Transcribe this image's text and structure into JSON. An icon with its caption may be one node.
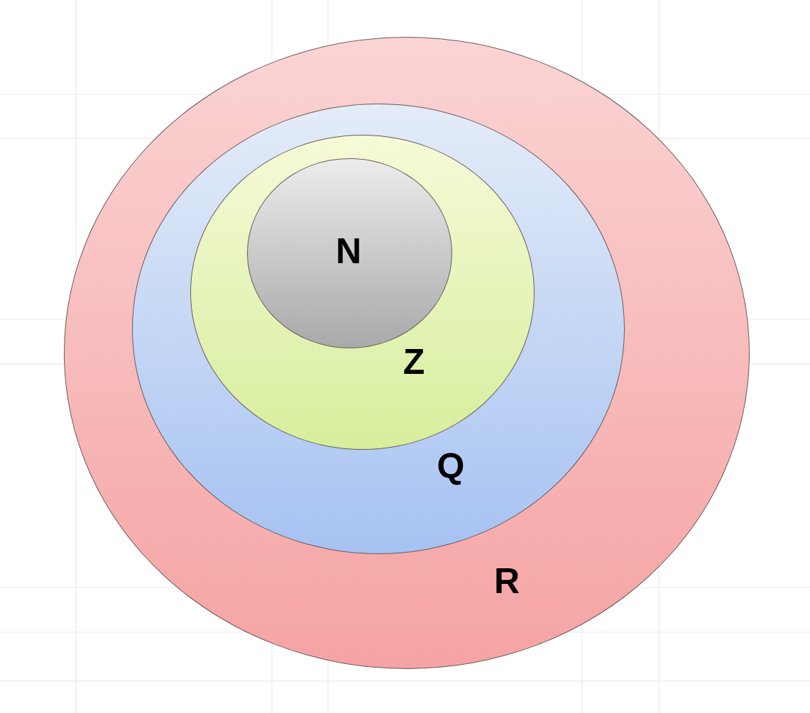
{
  "diagram": {
    "nodes": [
      {
        "text": [
          "R"
        ]
      },
      {
        "text": [
          "Q"
        ],
        "in": 0
      },
      {
        "text": [
          "Z"
        ],
        "in": 1
      },
      {
        "text": [
          "N"
        ],
        "in": 2
      }
    ]
  }
}
